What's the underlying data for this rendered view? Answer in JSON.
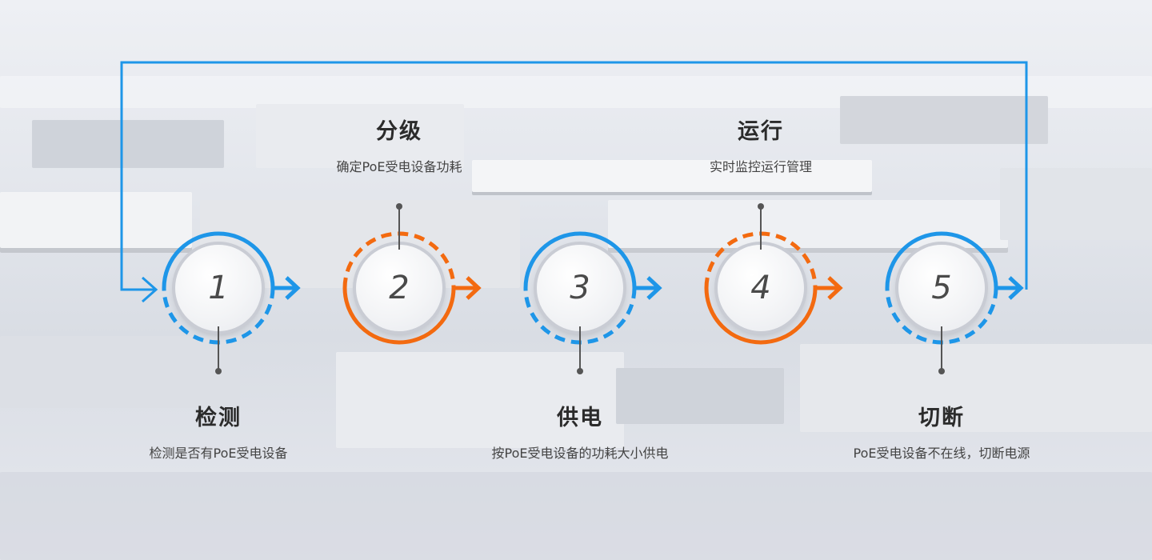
{
  "colors": {
    "blue": "#1e96e8",
    "orange": "#f36a10",
    "connector": "#555555"
  },
  "steps": [
    {
      "number": "1",
      "title": "检测",
      "desc": "检测是否有PoE受电设备",
      "color": "blue",
      "dashed": "bottom",
      "label_pos": "below"
    },
    {
      "number": "2",
      "title": "分级",
      "desc": "确定PoE受电设备功耗",
      "color": "orange",
      "dashed": "top",
      "label_pos": "above"
    },
    {
      "number": "3",
      "title": "供电",
      "desc": "按PoE受电设备的功耗大小供电",
      "color": "blue",
      "dashed": "bottom",
      "label_pos": "below"
    },
    {
      "number": "4",
      "title": "运行",
      "desc": "实时监控运行管理",
      "color": "orange",
      "dashed": "top",
      "label_pos": "above"
    },
    {
      "number": "5",
      "title": "切断",
      "desc": "PoE受电设备不在线，切断电源",
      "color": "blue",
      "dashed": "bottom",
      "label_pos": "below"
    }
  ]
}
